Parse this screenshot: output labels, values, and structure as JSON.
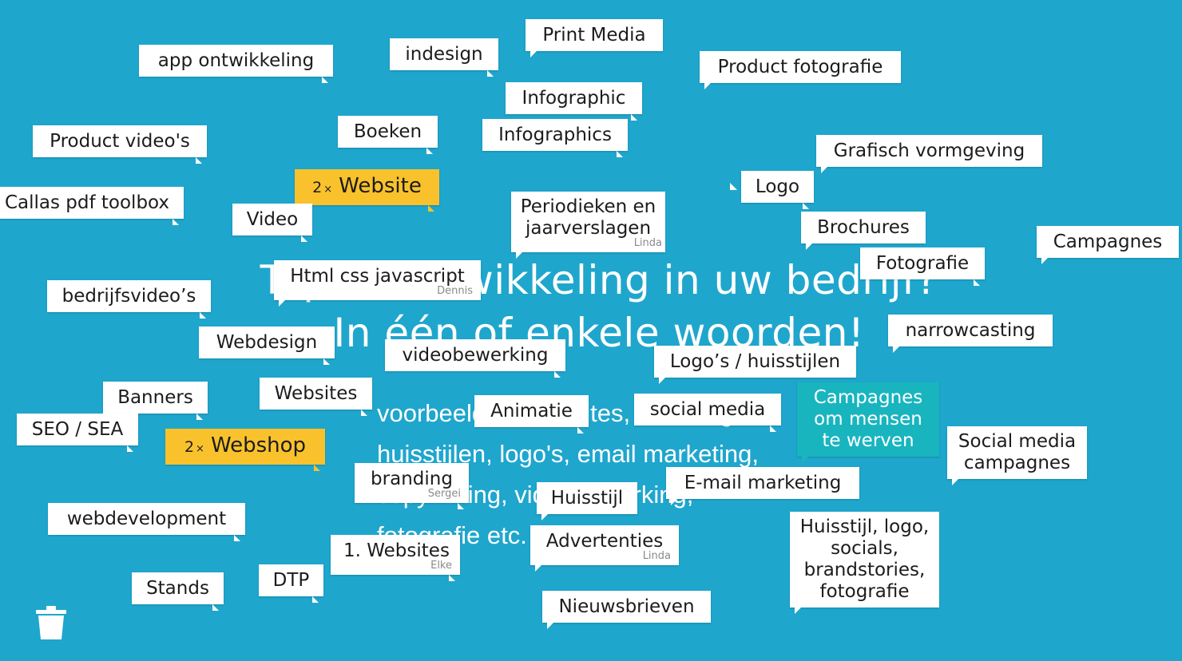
{
  "question": {
    "line1": "Top of ontwikkeling in uw bedrijf?",
    "line2": "In één of enkele woorden!"
  },
  "examples": {
    "line1": "voorbeelden: websites, branding,",
    "line2": "huisstijlen, logo's, email marketing,",
    "line3": "copywriting, videobewerking,",
    "line4": "fotografie etc."
  },
  "answers": [
    {
      "text": "app ontwikkeling"
    },
    {
      "text": "indesign"
    },
    {
      "text": "Print Media"
    },
    {
      "text": "Product fotografie"
    },
    {
      "text": "Infographic"
    },
    {
      "text": "Product video's"
    },
    {
      "text": "Boeken"
    },
    {
      "text": "Infographics"
    },
    {
      "text": "Grafisch vormgeving"
    },
    {
      "text": "Website",
      "count": "2"
    },
    {
      "text": "Logo"
    },
    {
      "text": "Callas pdf toolbox"
    },
    {
      "text": "Video"
    },
    {
      "text": "Periodieken en jaarverslagen",
      "author": "Linda"
    },
    {
      "text": "Brochures"
    },
    {
      "text": "Campagnes"
    },
    {
      "text": "Fotografie"
    },
    {
      "text": "Html css javascript",
      "author": "Dennis"
    },
    {
      "text": "bedrijfsvideo’s"
    },
    {
      "text": "narrowcasting"
    },
    {
      "text": "Webdesign"
    },
    {
      "text": "videobewerking"
    },
    {
      "text": "Logo’s / huisstijlen"
    },
    {
      "text": "Banners"
    },
    {
      "text": "Websites"
    },
    {
      "text": "Animatie"
    },
    {
      "text": "social media"
    },
    {
      "text": "Campagnes om mensen te werven"
    },
    {
      "text": "SEO / SEA"
    },
    {
      "text": "Webshop",
      "count": "2"
    },
    {
      "text": "Social media campagnes"
    },
    {
      "text": "branding",
      "author": "Sergei"
    },
    {
      "text": "E-mail marketing"
    },
    {
      "text": "Huisstijl"
    },
    {
      "text": "webdevelopment"
    },
    {
      "text": "Huisstijl, logo, socials, brandstories, fotografie"
    },
    {
      "text": "1. Websites",
      "author": "Elke"
    },
    {
      "text": "Advertenties",
      "author": "Linda"
    },
    {
      "text": "Stands"
    },
    {
      "text": "DTP"
    },
    {
      "text": "Nieuwsbrieven"
    }
  ],
  "count_marker": "×",
  "icons": {
    "trash": "trash-icon"
  },
  "colors": {
    "background": "#1fa6cd",
    "bubble": "#ffffff",
    "highlight": "#f9c22c",
    "teal": "#18b5bf",
    "text": "#1c1c1c"
  }
}
